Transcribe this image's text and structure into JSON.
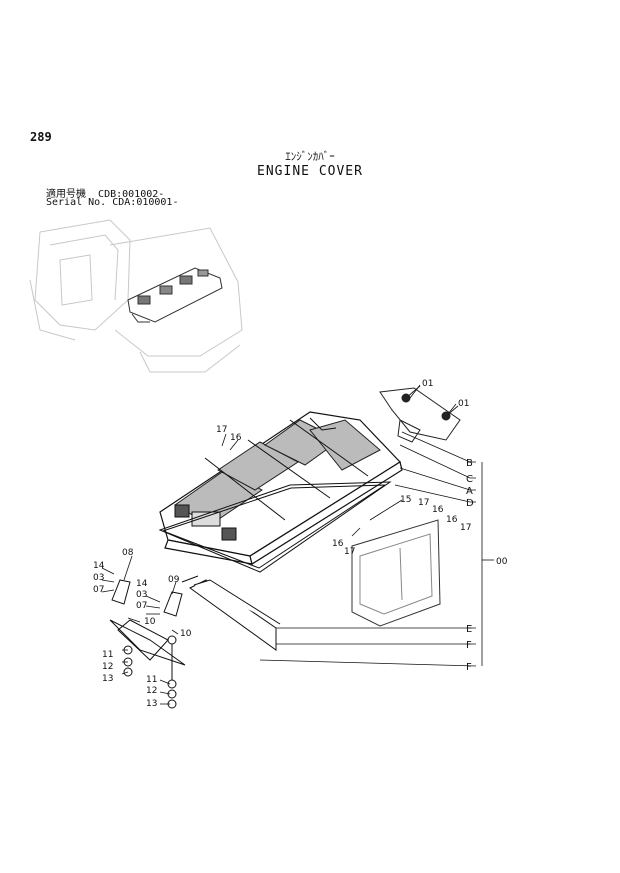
{
  "page_number": "289",
  "title_jp": "ｴﾝｼﾞﾝｶﾊﾞｰ",
  "title_en": "ENGINE COVER",
  "serial": {
    "line1_label": "適用号機",
    "line1_value": "CDB:001002-",
    "line2_label": "Serial No.",
    "line2_value": "CDA:010001-"
  },
  "callouts": [
    "01",
    "01",
    "17",
    "16",
    "15",
    "17",
    "16",
    "16",
    "17",
    "16",
    "17",
    "08",
    "14",
    "03",
    "07",
    "09",
    "14",
    "03",
    "07",
    "10",
    "10",
    "11",
    "12",
    "13",
    "11",
    "12",
    "13",
    "00"
  ],
  "ref_letters": [
    "B",
    "C",
    "A",
    "D",
    "E",
    "F",
    "F"
  ]
}
